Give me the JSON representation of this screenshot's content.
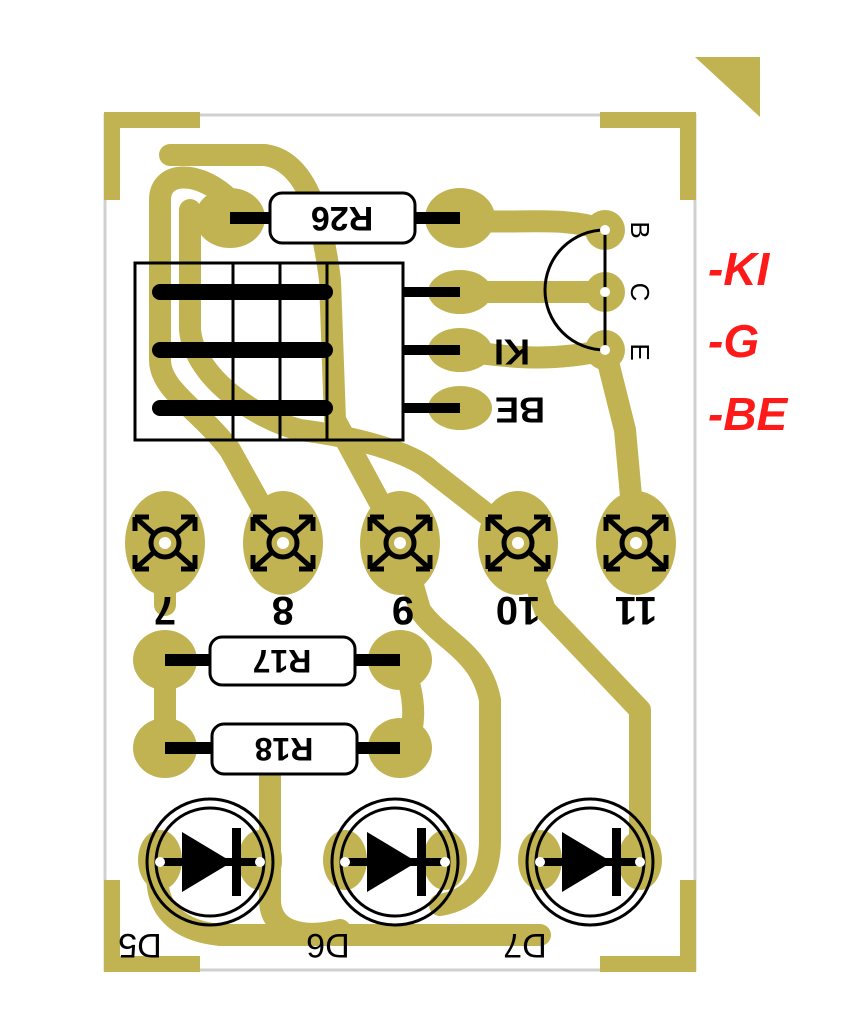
{
  "colors": {
    "copper": "#c2b352",
    "silkscreen": "#000000",
    "hole": "#ffffff",
    "board_outline": "#d0d0d0",
    "edge_label": "#ff1a1a",
    "background": "#ffffff"
  },
  "components": {
    "r26": "R26",
    "r17": "R17",
    "r18": "R18",
    "d5": "D5",
    "d6": "D6",
    "d7": "D7"
  },
  "transistor_pins": {
    "b": "B",
    "c": "C",
    "e": "E"
  },
  "connector_pins": {
    "ki": "KI",
    "be": "BE"
  },
  "pad_numbers": [
    "7",
    "8",
    "9",
    "10",
    "11"
  ],
  "edge_labels": {
    "ki": "-KI",
    "g": "-G",
    "be": "-BE"
  }
}
